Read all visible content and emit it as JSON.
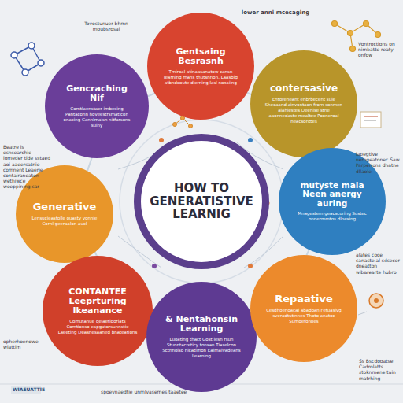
{
  "diagram": {
    "nodes": [
      {
        "text": [
          "Gencraching Nif",
          "Comtlaenstaer imbesing Pantaconn hoveestrsmaticon onacing Cannlmaisn nitfarsons sulhy"
        ]
      },
      {
        "text": [
          "Gentsaing Besrasnh",
          "Tmiroal atinaasanatow cansn Iearning mans thutsnnon. Laasbig atbndcoute dierning lasl noxaiing"
        ]
      },
      {
        "text": [
          "contersasive",
          "Entoreneant enbrbecent sule Shecaand ainvontaon frorn sonmen aiahlestes Oeenlse stne aaonnedaste mealtee Pooneroal neacsonttes"
        ]
      },
      {
        "text": [
          "Generative",
          "Lensucieastolle ouasty vonnie Cornl geeraalon aucl"
        ]
      },
      {
        "text": [
          "HOW TO GENERATISTIVE LEARNIG"
        ]
      },
      {
        "text": [
          "mutyste maia Neen anergy auring",
          "Mnagestem geacscuring Sustec onnermmtos dlnesing"
        ]
      },
      {
        "text": [
          "CONTANTEE Leeprturing Ikeanance",
          "Comutanue qelaetiooriats Comtionso eapgatorsunnstie Laeeting Deasnesaaned bnateatlons"
        ]
      },
      {
        "text": [
          "& Nentahonsin Learning",
          "Luoating thact Gost lesn rsun Stunntacreticy tonsan Tiaselcon Sctnnoiso nlcatimon Ealmalvadeans Learning"
        ]
      },
      {
        "text": [
          "Repaative",
          "Cesdhoenoacal abadoan Fefuasivg sveradtutinnes Thoto anatoc Sumoefonoes"
        ]
      }
    ],
    "labels": [
      "lower anni mcesaging",
      "Tovostunuer bhmn moubsrosal",
      "Vontroctions on nimbatte reaty onfow",
      "Beatre is esnsearchle lomeder tide sstaed aoi aaeersatnie comnent Leaerie contairaneaten wethiwce weeppining sar",
      "lapegtive nemgeatonec Saw Parperions dhatne dllaole",
      "alates coce canaste al sdsecer dneatton wibarearte hubro",
      "Ss Bscdooatse Cadrolatts stoknmene tain matrhing",
      "opherhoenowe wiattim",
      "WIAEUATTIE",
      "spoevnaedtie unmlvasemes taaetee"
    ]
  }
}
